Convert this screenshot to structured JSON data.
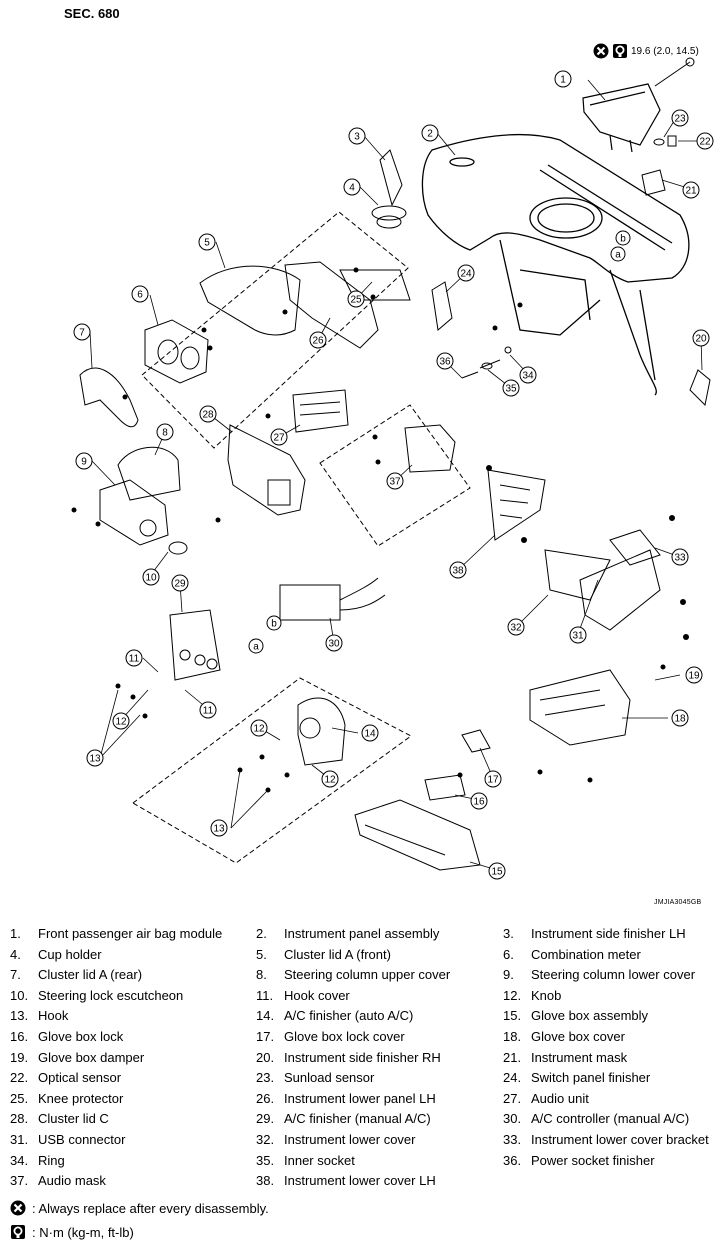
{
  "section": "SEC. 680",
  "torque_value": "19.6 (2.0, 14.5)",
  "drawing_code": "JMJIA3045GB",
  "callouts": [
    "1",
    "2",
    "3",
    "4",
    "5",
    "6",
    "7",
    "8",
    "9",
    "10",
    "11",
    "12",
    "13",
    "14",
    "15",
    "16",
    "17",
    "18",
    "19",
    "20",
    "21",
    "22",
    "23",
    "24",
    "25",
    "26",
    "27",
    "28",
    "29",
    "30",
    "31",
    "32",
    "33",
    "34",
    "35",
    "36",
    "37",
    "38",
    "a",
    "b"
  ],
  "legend": [
    [
      "1.",
      "Front passenger air bag module",
      "2.",
      "Instrument panel assembly",
      "3.",
      "Instrument side finisher LH"
    ],
    [
      "4.",
      "Cup holder",
      "5.",
      "Cluster lid A (front)",
      "6.",
      "Combination meter"
    ],
    [
      "7.",
      "Cluster lid A (rear)",
      "8.",
      "Steering column upper cover",
      "9.",
      "Steering column lower cover"
    ],
    [
      "10.",
      "Steering lock escutcheon",
      "11.",
      "Hook cover",
      "12.",
      "Knob"
    ],
    [
      "13.",
      "Hook",
      "14.",
      "A/C finisher (auto A/C)",
      "15.",
      "Glove box assembly"
    ],
    [
      "16.",
      "Glove box lock",
      "17.",
      "Glove box lock cover",
      "18.",
      "Glove box cover"
    ],
    [
      "19.",
      "Glove box damper",
      "20.",
      "Instrument side finisher RH",
      "21.",
      "Instrument mask"
    ],
    [
      "22.",
      "Optical sensor",
      "23.",
      "Sunload sensor",
      "24.",
      "Switch panel finisher"
    ],
    [
      "25.",
      "Knee protector",
      "26.",
      "Instrument lower panel LH",
      "27.",
      "Audio unit"
    ],
    [
      "28.",
      "Cluster lid C",
      "29.",
      "A/C finisher (manual A/C)",
      "30.",
      "A/C controller (manual A/C)"
    ],
    [
      "31.",
      "USB connector",
      "32.",
      "Instrument lower cover",
      "33.",
      "Instrument lower cover bracket"
    ],
    [
      "34.",
      "Ring",
      "35.",
      "Inner socket",
      "36.",
      "Power socket finisher"
    ],
    [
      "37.",
      "Audio mask",
      "38.",
      "Instrument lower cover LH",
      "",
      ""
    ]
  ],
  "notes": {
    "replace": ": Always replace after every disassembly.",
    "torque_unit": ": N·m (kg-m, ft-lb)"
  }
}
